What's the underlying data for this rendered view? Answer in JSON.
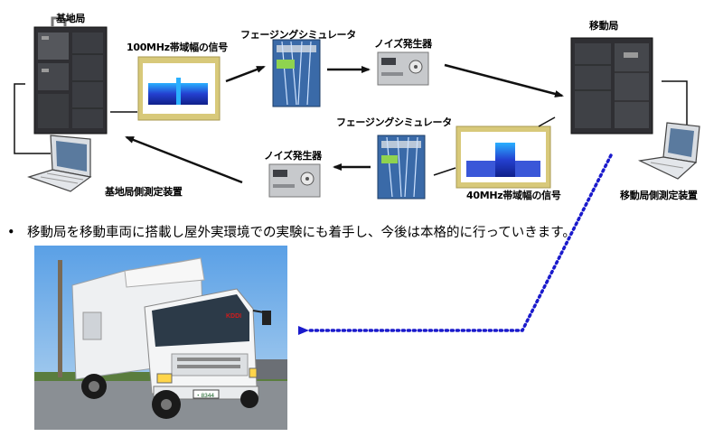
{
  "labels": {
    "base_station": "基地局",
    "signal_100mhz": "100MHz帯域幅の信号",
    "fading_sim_top": "フェージングシミュレータ",
    "noise_gen_top": "ノイズ発生器",
    "mobile_station": "移動局",
    "fading_sim_bottom": "フェージングシミュレータ",
    "noise_gen_bottom": "ノイズ発生器",
    "base_measure": "基地局側測定装置",
    "signal_40mhz": "40MHz帯域幅の信号",
    "mobile_measure": "移動局側測定装置"
  },
  "bullet": {
    "symbol": "•",
    "text": "移動局を移動車両に搭載し屋外実環境での実験にも着手し、今後は本格的に行っていきます。"
  },
  "truck": {
    "brand": "KDDI",
    "plate": "・8344"
  },
  "colors": {
    "dotted_arrow": "#1a1acc",
    "rack": "#2f2f33",
    "spectrum_blue": "#1f2fd0",
    "spectrum_frame": "#d8c97a"
  }
}
